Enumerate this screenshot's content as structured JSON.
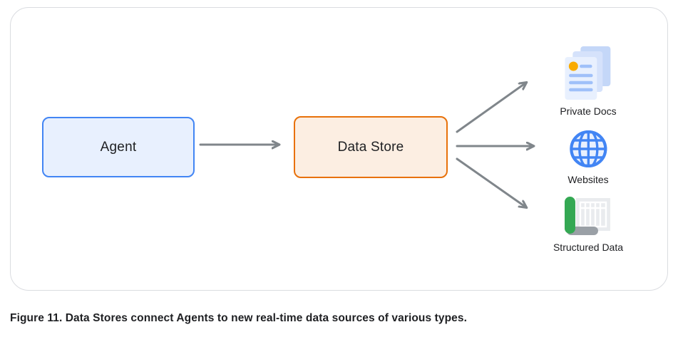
{
  "diagram": {
    "nodes": {
      "agent": {
        "label": "Agent"
      },
      "data_store": {
        "label": "Data Store"
      }
    },
    "sources": [
      {
        "label": "Private Docs",
        "icon": "private-docs-icon"
      },
      {
        "label": "Websites",
        "icon": "websites-icon"
      },
      {
        "label": "Structured Data",
        "icon": "structured-data-icon"
      }
    ],
    "colors": {
      "agent_border": "#4285F4",
      "agent_fill": "#E8F0FE",
      "data_store_border": "#E8710A",
      "data_store_fill": "#FCEEE2",
      "arrow": "#80868B",
      "canvas_border": "#DADCE0",
      "docs_dot": "#F9AB00",
      "docs_lines": "#9FC0F9",
      "globe_stroke": "#4285F4",
      "structured_green": "#34A853",
      "structured_gray": "#9AA0A6"
    }
  },
  "caption": "Figure 11. Data Stores connect Agents to new real-time data sources of various types."
}
